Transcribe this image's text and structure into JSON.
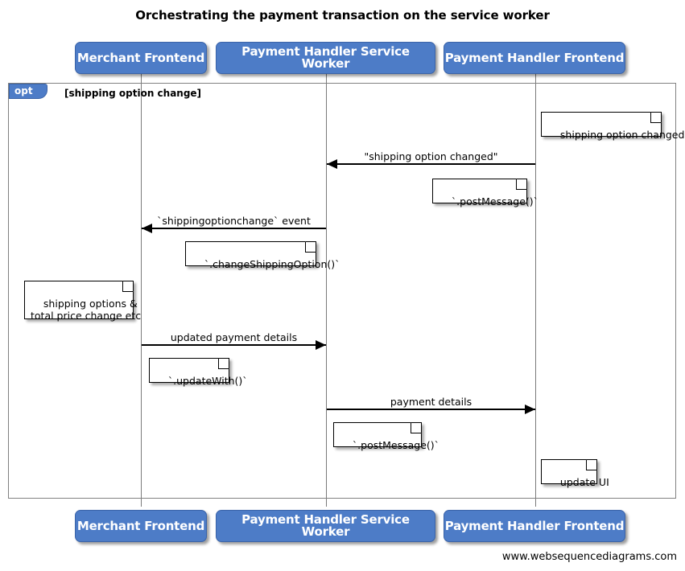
{
  "title": "Orchestrating the payment transaction on the service worker",
  "footer": {
    "credit": "www.websequencediagrams.com"
  },
  "participants": [
    {
      "id": "merchant-frontend",
      "label": "Merchant Frontend"
    },
    {
      "id": "payment-handler-service-worker",
      "label": "Payment Handler Service Worker"
    },
    {
      "id": "payment-handler-frontend",
      "label": "Payment Handler Frontend"
    }
  ],
  "fragment": {
    "type": "opt",
    "tag_label": "opt",
    "condition": "[shipping option change]"
  },
  "messages": [
    {
      "id": "shipping-option-changed",
      "label": "\"shipping option changed\"",
      "from": "payment-handler-frontend",
      "to": "payment-handler-service-worker",
      "direction": "left"
    },
    {
      "id": "shippingoptionchange-event",
      "label": "`shippingoptionchange` event",
      "from": "payment-handler-service-worker",
      "to": "merchant-frontend",
      "direction": "left"
    },
    {
      "id": "updated-payment-details",
      "label": "updated payment details",
      "from": "merchant-frontend",
      "to": "payment-handler-service-worker",
      "direction": "right"
    },
    {
      "id": "payment-details",
      "label": "payment details",
      "from": "payment-handler-service-worker",
      "to": "payment-handler-frontend",
      "direction": "right"
    }
  ],
  "notes": [
    {
      "id": "note-shipping-option-changed",
      "text": "shipping option changed"
    },
    {
      "id": "note-postmessage-1",
      "text": "`.postMessage()`"
    },
    {
      "id": "note-change-shipping-option",
      "text": "`.changeShippingOption()`"
    },
    {
      "id": "note-shipping-options-total-price",
      "text": "shipping options &\ntotal price change etc"
    },
    {
      "id": "note-update-with",
      "text": "`.updateWith()`"
    },
    {
      "id": "note-postmessage-2",
      "text": "`.postMessage()`"
    },
    {
      "id": "note-update-ui",
      "text": "update UI"
    }
  ],
  "colors": {
    "participant_fill": "#4d7cc7",
    "participant_border": "#3a63a8",
    "participant_text": "#ffffff",
    "frame_border": "#808080",
    "lifeline": "#7a7a7a",
    "arrow": "#000000",
    "note_fill": "#ffffff",
    "note_border": "#000000",
    "background": "#ffffff"
  }
}
